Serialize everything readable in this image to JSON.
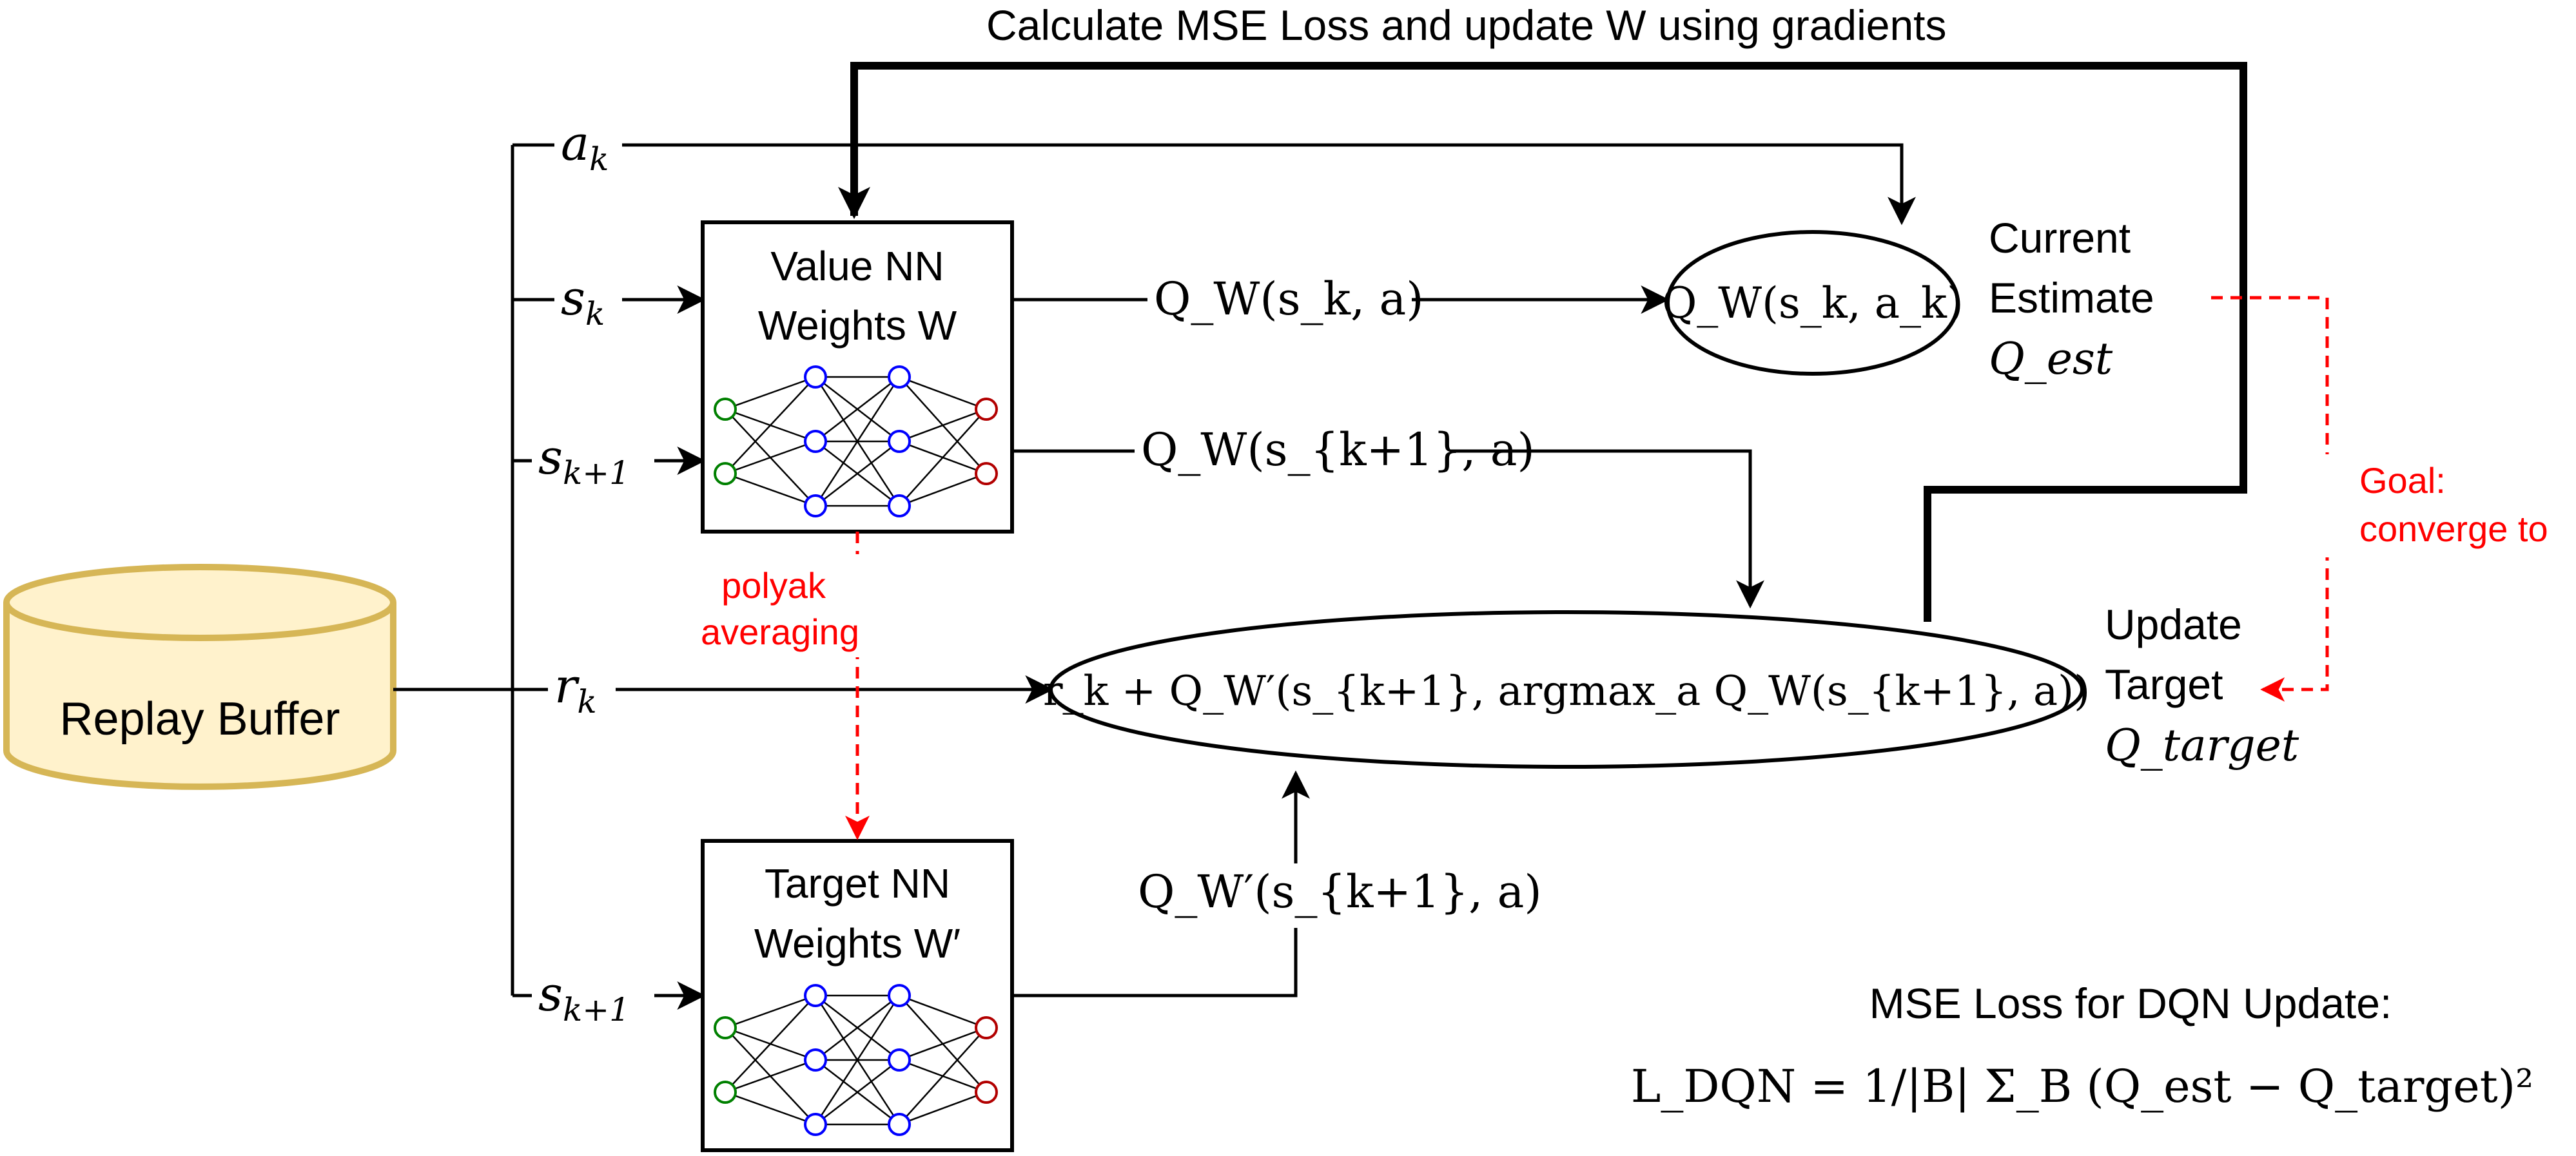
{
  "title": "Calculate MSE Loss and update W using gradients",
  "replay_buffer": {
    "label": "Replay Buffer"
  },
  "value_nn": {
    "line1": "Value NN",
    "line2": "Weights W"
  },
  "target_nn": {
    "line1": "Target NN",
    "line2": "Weights W′"
  },
  "inputs": {
    "a_k": "a",
    "a_k_sub": "k",
    "s_k": "s",
    "s_k_sub": "k",
    "s_k1": "s",
    "s_k1_sub": "k+1",
    "r_k": "r",
    "r_k_sub": "k"
  },
  "edge_labels": {
    "q_w_sk": "Q_W(s_k, a)",
    "q_w_sk1": "Q_W(s_{k+1}, a)",
    "q_wprime_sk1": "Q_W′(s_{k+1}, a)"
  },
  "current_estimate": {
    "ellipse": "Q_W(s_k, a_k)",
    "label1": "Current",
    "label2": "Estimate",
    "symbol": "Q_est"
  },
  "update_target": {
    "ellipse": "r_k + Q_W′(s_{k+1}, argmax_a Q_W(s_{k+1}, a))",
    "label1": "Update",
    "label2": "Target",
    "symbol": "Q_target"
  },
  "polyak": {
    "line1": "polyak",
    "line2": "averaging"
  },
  "goal": {
    "line1": "Goal:",
    "line2": "converge to"
  },
  "mse": {
    "title": "MSE Loss for DQN Update:",
    "formula": "L_DQN = 1/|B| Σ_B (Q_est − Q_target)²"
  },
  "colors": {
    "buffer_fill": "#fff2cc",
    "buffer_stroke": "#d6b656",
    "input_node": "#008000",
    "hidden_node": "#0000ff",
    "output_node": "#b20000",
    "annotation": "#ff0000"
  }
}
